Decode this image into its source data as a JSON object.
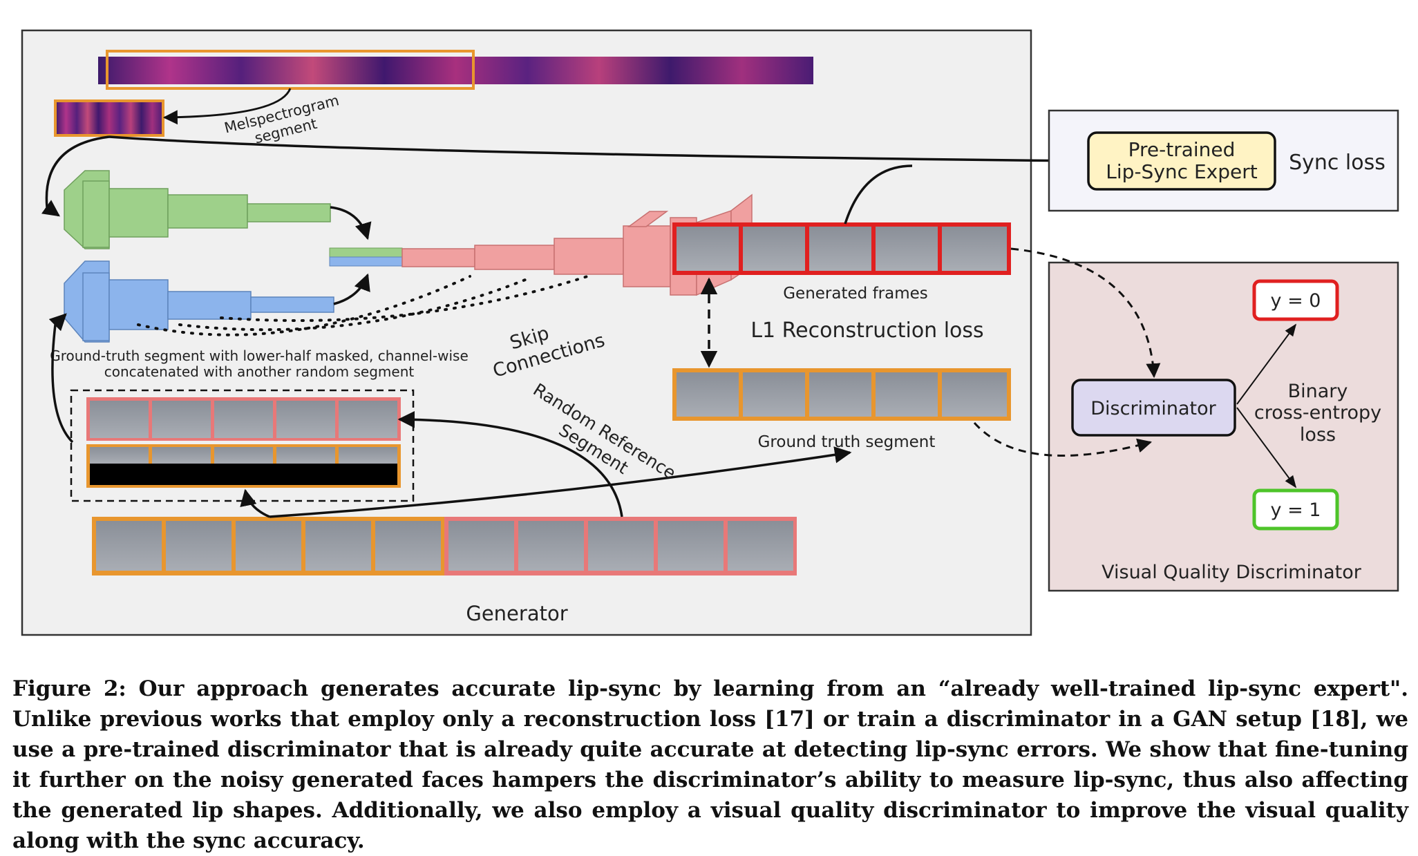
{
  "labels": {
    "melspectrogram_segment_line1": "Melspectrogram",
    "melspectrogram_segment_line2": "segment",
    "pretrained_expert_line1": "Pre-trained",
    "pretrained_expert_line2": "Lip-Sync Expert",
    "sync_loss": "Sync loss",
    "generated_frames": "Generated frames",
    "l1_loss": "L1 Reconstruction loss",
    "skip_line1": "Skip",
    "skip_line2": "Connections",
    "gt_masked_line1": "Ground-truth segment with lower-half masked, channel-wise",
    "gt_masked_line2": "concatenated with another random segment",
    "random_ref_line1": "Random Reference",
    "random_ref_line2": "Segment",
    "ground_truth_segment": "Ground truth segment",
    "discriminator": "Discriminator",
    "y0": "y = 0",
    "y1": "y = 1",
    "bce_line1": "Binary",
    "bce_line2": "cross-entropy",
    "bce_line3": "loss",
    "visual_quality_discriminator": "Visual Quality Discriminator",
    "generator": "Generator"
  },
  "caption": "Figure 2: Our approach generates accurate lip-sync by learning from an “already well-trained lip-sync expert\". Unlike previous works that employ only a reconstruction loss [17] or train a discriminator in a GAN setup [18], we use a pre-trained discriminator that is already quite accurate at detecting lip-sync errors. We show that fine-tuning it further on the noisy generated faces hampers the discriminator’s ability to measure lip-sync, thus also affecting the generated lip shapes. Additionally, we also employ a visual quality discriminator to improve the visual quality along with the sync accuracy.",
  "colors": {
    "orange": "#e8962e",
    "red": "#e02020",
    "pink": "#e87878",
    "green_block": "#9ed08a",
    "blue_block": "#8cb4ec",
    "red_block": "#f0a0a0",
    "expert_fill": "#fff3c4",
    "disc_fill": "#dcd8f0",
    "vqd_bg": "#ecdcdc",
    "sync_bg": "#f4f4fa"
  }
}
